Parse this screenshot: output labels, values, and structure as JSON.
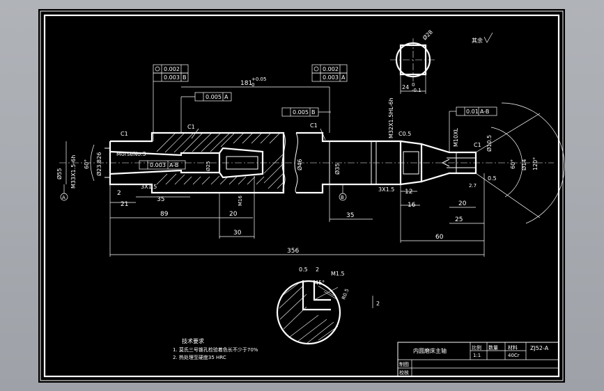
{
  "drawing": {
    "surface_finish": "其余",
    "dimensions": {
      "total_length": "356",
      "len_89": "89",
      "len_21": "21",
      "len_35_left": "35",
      "len_20_left": "20",
      "len_30": "30",
      "len_35_mid": "35",
      "len_60": "60",
      "len_25": "25",
      "len_20_right": "20",
      "len_16": "16",
      "len_12": "12",
      "len_2": "2",
      "top_181": "181",
      "top_181_tol": "+0.05",
      "top_181_tol_lo": "0",
      "dia_55": "Ø55",
      "thread_left": "M33X1.5-6h",
      "angle_60_left": "60°",
      "dia_23826": "Ø23.826",
      "dia_25": "Ø25",
      "dia_46": "Ø46",
      "dia_35": "Ø35",
      "spline": "M32X1.5HL-6h",
      "thread_right": "M10XL",
      "dia_10_5": "Ø10.5",
      "dia_14": "Ø14",
      "angle_60_right": "60°",
      "angle_120": "120°",
      "val_0_5": "0.5",
      "dia_28": "Ø28",
      "flat_24": "24",
      "flat_24_tol": "0",
      "flat_24_tol_lo": "-0.1",
      "m16": "M16",
      "groove_left": "3X1.5",
      "groove_right": "3X1.5",
      "c1_a": "C1",
      "c1_b": "C1",
      "c1_c": "C1",
      "c1_d": "C1",
      "c05": "C0.5",
      "morse": "MorseNo.3",
      "ra_2_7": "2.7",
      "detail_05": "0.5",
      "detail_2": "2",
      "detail_45": "45°",
      "detail_r05": "R0.5",
      "detail_m15": "M1.5",
      "detail_2b": "2"
    },
    "tolerances": {
      "fcf1_a": "0.002",
      "fcf1_b": "0.003",
      "fcf1_ref": "B",
      "fcf2": "0.005",
      "fcf2_ref": "A",
      "fcf3_a": "0.002",
      "fcf3_b": "0.003",
      "fcf3_ref": "A",
      "fcf4": "0.005",
      "fcf4_ref": "B",
      "fcf5": "0.003",
      "fcf5_ref": "A-B",
      "fcf6": "0.01",
      "fcf6_ref": "A-B",
      "datum_a": "A",
      "datum_b": "B"
    },
    "notes": {
      "title": "技术要求",
      "line1": "1. 莫氏三号锥孔检验着色长不少于70%",
      "line2": "2. 热处理至硬度35 HRC"
    },
    "title_block": {
      "part_name": "内圆磨床主轴",
      "h_ratio": "比例",
      "h_qty": "数量",
      "h_material": "材料",
      "drawing_no": "ZJ52-A",
      "ratio": "1:1",
      "material": "40Cr",
      "drawn": "制图",
      "checked": "校核"
    }
  }
}
